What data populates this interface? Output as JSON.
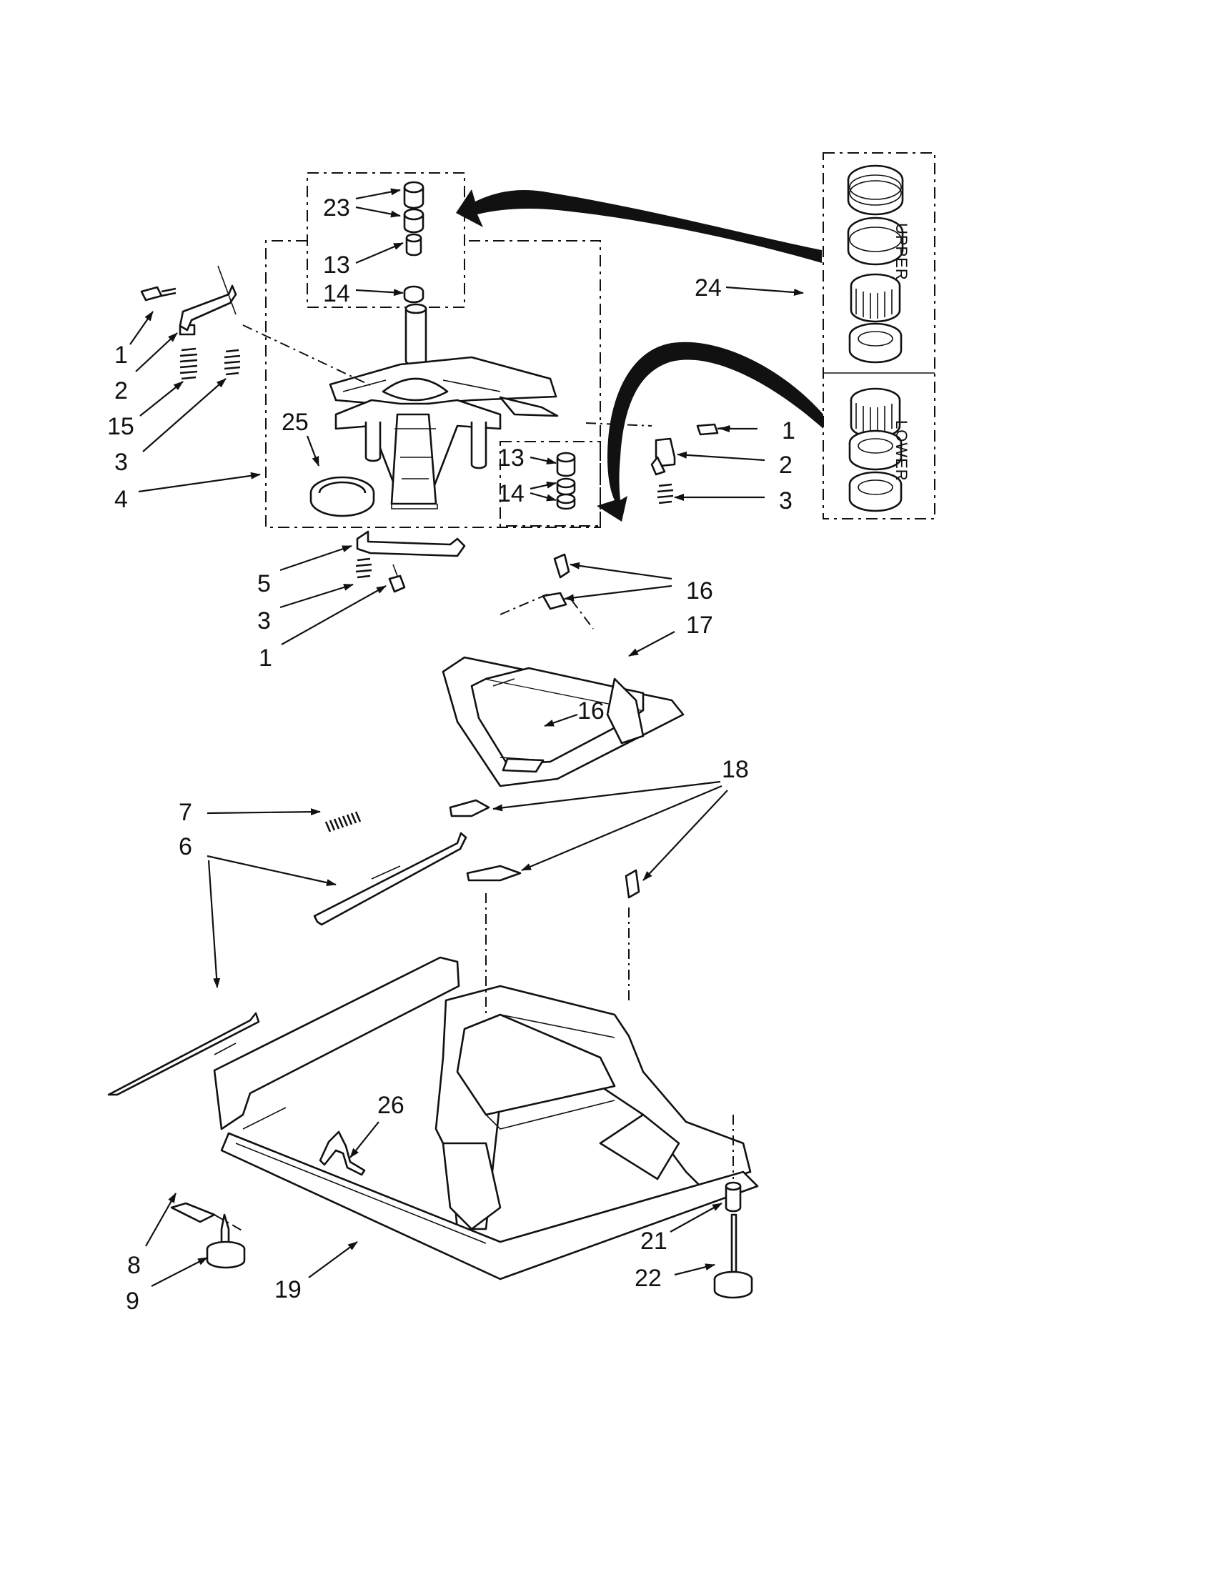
{
  "diagram": {
    "labels": {
      "l1a": "1",
      "l2a": "2",
      "l15": "15",
      "l3a": "3",
      "l4": "4",
      "l25": "25",
      "l23": "23",
      "l13a": "13",
      "l14a": "14",
      "l24": "24",
      "l1b": "1",
      "l2b": "2",
      "l3b": "3",
      "l13b": "13",
      "l14b": "14",
      "l5": "5",
      "l3c": "3",
      "l1c": "1",
      "l16a": "16",
      "l17": "17",
      "l16b": "16",
      "l18": "18",
      "l7": "7",
      "l6": "6",
      "l26": "26",
      "l8": "8",
      "l9": "9",
      "l19": "19",
      "l21": "21",
      "l22": "22"
    },
    "upper": "UPPER",
    "lower": "LOWER"
  }
}
